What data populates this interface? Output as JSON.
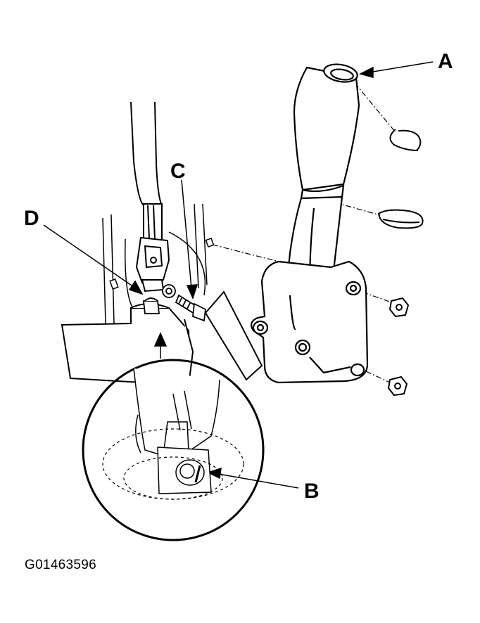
{
  "callouts": {
    "a": "A",
    "b": "B",
    "c": "C",
    "d": "D"
  },
  "figure_id": "G01463596",
  "colors": {
    "ink": "#000000",
    "paper": "#ffffff",
    "shade": "#e6e6e6"
  }
}
